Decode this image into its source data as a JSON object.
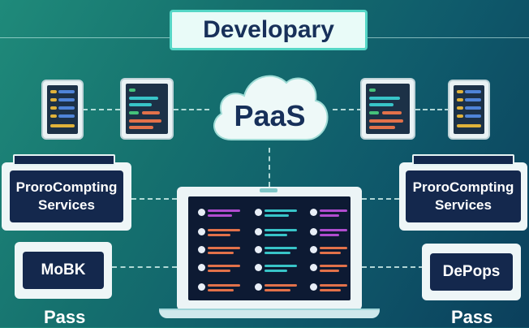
{
  "title": "Developary",
  "cloud": {
    "label": "PaaS"
  },
  "left_service": {
    "label_line1": "ProroCompting",
    "label_line2": "Services"
  },
  "right_service": {
    "label_line1": "ProroCompting",
    "label_line2": "Services"
  },
  "left_box": {
    "label": "MoBK"
  },
  "right_box": {
    "label": "DePops"
  },
  "bottom_left": "Pass",
  "bottom_right": "Pass",
  "colors": {
    "navy": "#14284d",
    "teal_border": "#55d6c6",
    "code_purple": "#b04ccf",
    "code_cyan": "#38c4c8",
    "code_orange": "#e2714a"
  }
}
